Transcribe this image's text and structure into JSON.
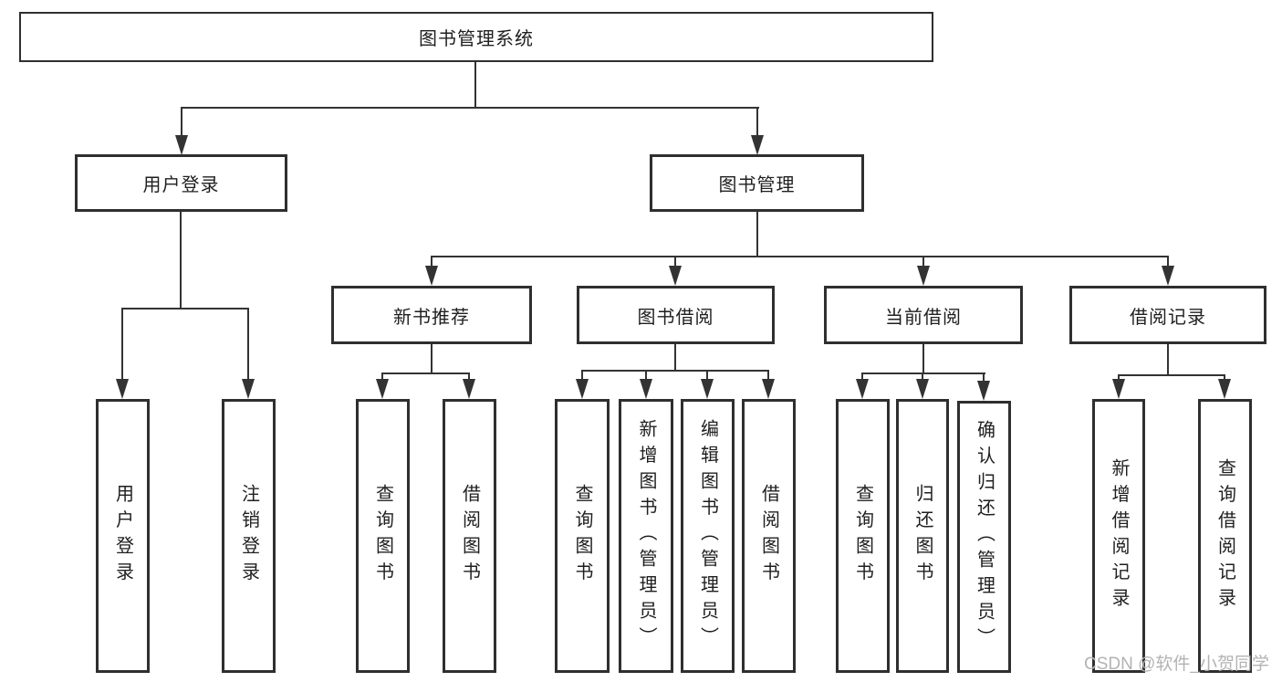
{
  "colors": {
    "background": "#ffffff",
    "line": "#333333",
    "border": "#2f2f2f",
    "text": "#1f1f1f",
    "watermark": "#b3b3b3"
  },
  "root": {
    "label": "图书管理系统"
  },
  "user_login": {
    "label": "用户登录",
    "children": {
      "login": "用户登录",
      "logout": "注销登录"
    }
  },
  "book_management": {
    "label": "图书管理",
    "new_book": {
      "label": "新书推荐",
      "children": {
        "query": "查询图书",
        "borrow": "借阅图书"
      }
    },
    "borrowing": {
      "label": "图书借阅",
      "children": {
        "query": "查询图书",
        "add": "新增图书（管理员）",
        "edit": "编辑图书（管理员）",
        "borrow": "借阅图书"
      }
    },
    "current": {
      "label": "当前借阅",
      "children": {
        "query": "查询图书",
        "return": "归还图书",
        "confirm": "确认归还（管理员）"
      }
    },
    "records": {
      "label": "借阅记录",
      "children": {
        "add": "新增借阅记录",
        "query": "查询借阅记录"
      }
    }
  },
  "watermark": "CSDN @软件_小贺同学"
}
